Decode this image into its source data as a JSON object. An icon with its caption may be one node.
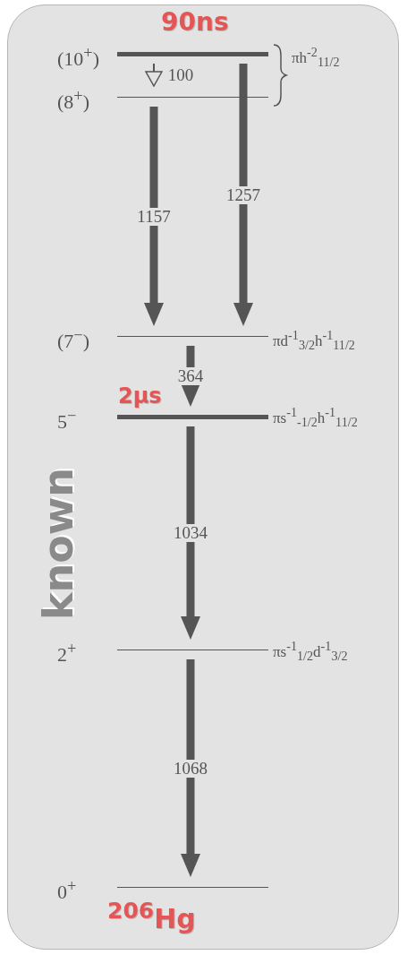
{
  "diagram": {
    "nodes": [
      {
        "text": [
          "(10$^{+}$)"
        ],
        "beside": [
          "90ns"
        ]
      },
      {
        "text": [
          "(8$^{+}$)"
        ]
      },
      {
        "text": [
          "(7$^{−}$)"
        ],
        "beside": [
          "πd$^{-1}$$_{3/2}$h$^{-1}$$_{11/2}$"
        ]
      },
      {
        "text": [
          "5$^{−}$"
        ],
        "beside": [
          "2μs",
          "πs$^{-1}$$_{-1/2}$h$^{-1}$$_{11/2}$"
        ]
      },
      {
        "text": [
          "2$^{+}$"
        ],
        "beside": [
          "πs$^{-1}$$_{1/2}$d$^{-1}$$_{3/2}$"
        ]
      },
      {
        "text": [
          "0$^{+}$"
        ]
      }
    ],
    "edges": [
      {
        "from": 0,
        "to": 1,
        "arrow": "to",
        "label": "100"
      },
      {
        "from": 1,
        "to": 2,
        "arrow": "to",
        "label": "1157"
      },
      {
        "from": 0,
        "to": 2,
        "arrow": "to",
        "label": "1257"
      },
      {
        "from": 2,
        "to": 3,
        "arrow": "to",
        "label": "364"
      },
      {
        "from": 3,
        "to": 4,
        "arrow": "to",
        "label": "1034"
      },
      {
        "from": 4,
        "to": 5,
        "arrow": "to",
        "label": "1068"
      }
    ],
    "labels": [
      "πh$^{-2}$$_{11/2}$",
      "known",
      "$^{206}$Hg"
    ]
  }
}
